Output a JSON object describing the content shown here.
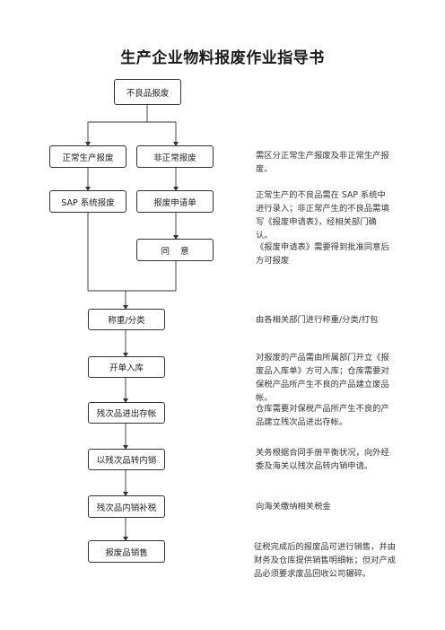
{
  "title": "生产企业物料报废作业指导书",
  "boxes": {
    "defective": "不良品报废",
    "normal_scrap": "正常生产报废",
    "abnormal_scrap": "非正常报废",
    "sap_scrap": "SAP 系统报废",
    "scrap_form": "报废申请单",
    "approve": "同    意",
    "weigh_sort": "称重/分类",
    "warehouse_in": "开单入库",
    "waste_in_out": "残次品进出存帐",
    "domestic_sale": "以残次品转内销",
    "tax_pay": "残次品内销补税",
    "waste_sale": "报废品销售"
  },
  "notes": {
    "n1": "需区分正常生产报废及非正常生产报废。",
    "n2": "正常生产的不良品需在 SAP 系统中进行录入；非正常产生的不良品需填写《报废申请表》，经相关部门确认。",
    "n3": "《报废申请表》需要得到批准同意后方可报废",
    "n4": "由各相关部门进行称重/分类/打包",
    "n5": "对报废的产品需由所属部门开立《报废品入库单》方可入库；仓库需要对保税产品所产生不良的产品建立废品帐。",
    "n6": "仓库需要对保税产品所产生不良的产品建立残次品进出存帐。",
    "n7": "关务根据合同手册平衡状况，向外经委及海关以残次品转内销申请。",
    "n8": "向海关缴纳相关税金",
    "n9": "征税完成后的报废品可进行销售，并由财务及仓库提供销售明细帐；但对产成品必须要求废品回收公司辗碎。"
  }
}
